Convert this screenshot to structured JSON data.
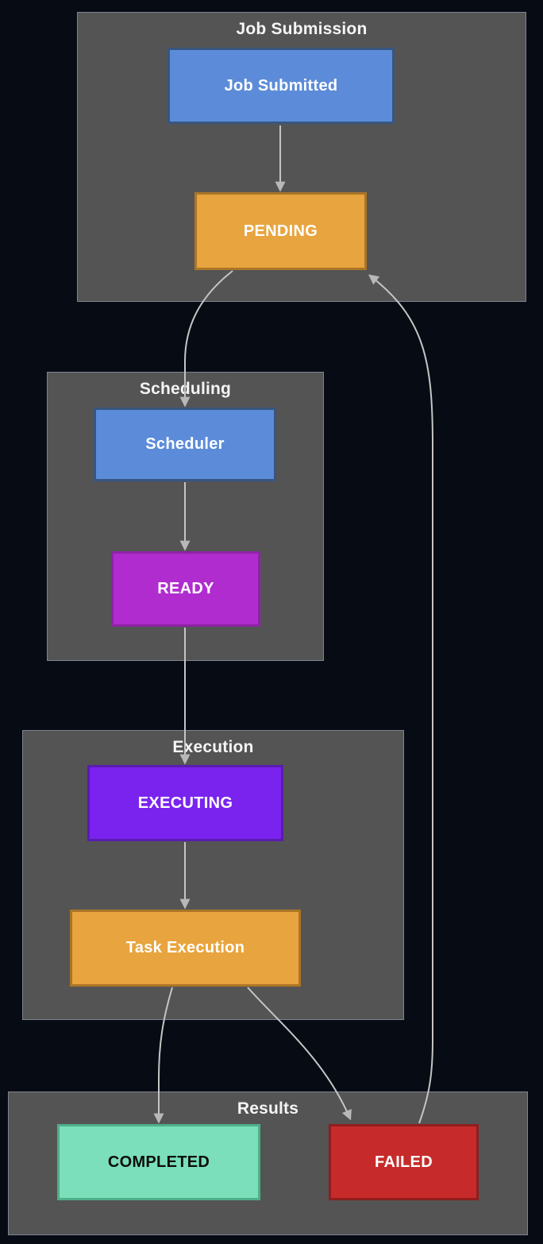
{
  "diagram": {
    "type": "flowchart",
    "direction": "top-down",
    "background": "#070b14",
    "cluster_fill": "#545454",
    "cluster_stroke": "#7d838f",
    "title_color": "#f5f5f5",
    "edge_color": "#c5c5c5",
    "arrowhead_color": "#b8b8b8",
    "clusters": [
      {
        "id": "job-submission",
        "title": "Job Submission"
      },
      {
        "id": "scheduling",
        "title": "Scheduling"
      },
      {
        "id": "execution",
        "title": "Execution"
      },
      {
        "id": "results",
        "title": "Results"
      }
    ],
    "nodes": [
      {
        "id": "job-submitted",
        "label": "Job Submitted",
        "cluster": "job-submission",
        "fill": "#5c8cd9",
        "stroke": "#375680",
        "text_color": "#ffffff"
      },
      {
        "id": "pending",
        "label": "PENDING",
        "cluster": "job-submission",
        "fill": "#e8a43e",
        "stroke": "#ab7527",
        "text_color": "#ffffff"
      },
      {
        "id": "scheduler",
        "label": "Scheduler",
        "cluster": "scheduling",
        "fill": "#5c8cd9",
        "stroke": "#375680",
        "text_color": "#ffffff"
      },
      {
        "id": "ready",
        "label": "READY",
        "cluster": "scheduling",
        "fill": "#b12ccf",
        "stroke": "#8d23a6",
        "text_color": "#ffffff"
      },
      {
        "id": "executing",
        "label": "EXECUTING",
        "cluster": "execution",
        "fill": "#7a23ee",
        "stroke": "#5a1cb0",
        "text_color": "#ffffff"
      },
      {
        "id": "task-execution",
        "label": "Task Execution",
        "cluster": "execution",
        "fill": "#e8a43e",
        "stroke": "#ab7527",
        "text_color": "#ffffff"
      },
      {
        "id": "completed",
        "label": "COMPLETED",
        "cluster": "results",
        "fill": "#7adfba",
        "stroke": "#4fae8a",
        "text_color": "#0d0d0d"
      },
      {
        "id": "failed",
        "label": "FAILED",
        "cluster": "results",
        "fill": "#c72a2a",
        "stroke": "#901e1e",
        "text_color": "#ffffff"
      }
    ],
    "edges": [
      {
        "from": "job-submitted",
        "to": "pending"
      },
      {
        "from": "pending",
        "to": "scheduler"
      },
      {
        "from": "scheduler",
        "to": "ready"
      },
      {
        "from": "ready",
        "to": "executing"
      },
      {
        "from": "executing",
        "to": "task-execution"
      },
      {
        "from": "task-execution",
        "to": "completed"
      },
      {
        "from": "task-execution",
        "to": "failed"
      },
      {
        "from": "failed",
        "to": "pending"
      }
    ]
  }
}
